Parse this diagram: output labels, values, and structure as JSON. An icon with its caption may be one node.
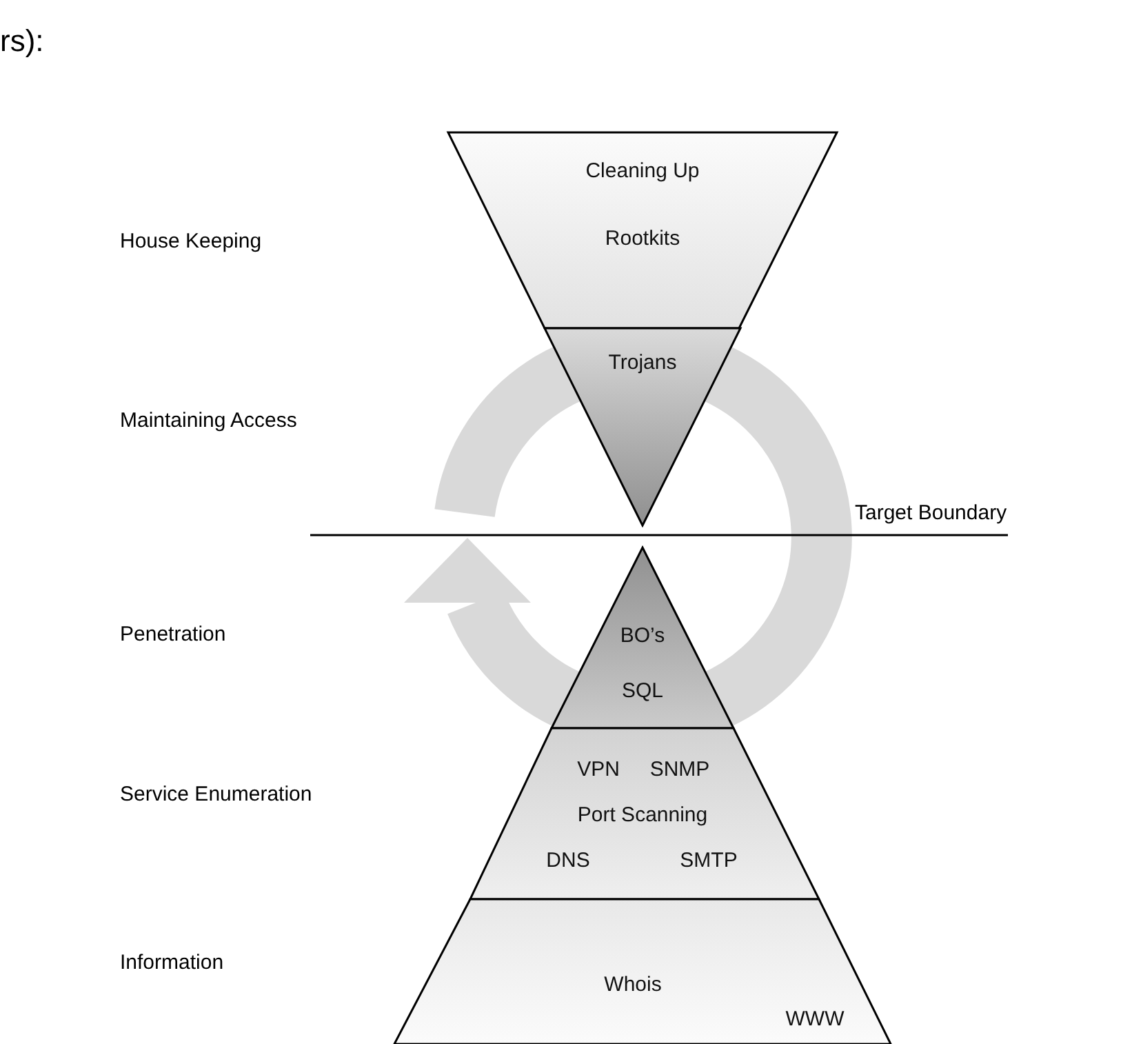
{
  "diagram": {
    "nodes": [
      {
        "text": [
          "Cleaning Up",
          "Rootkits"
        ]
      },
      {
        "text": [
          "Trojans"
        ]
      },
      {
        "text": [
          "BO’s",
          "SQL"
        ]
      },
      {
        "text": [
          "VPN",
          "SNMP",
          "Port Scanning",
          "DNS",
          "SMTP"
        ]
      },
      {
        "text": [
          "Whois",
          "WWW"
        ]
      }
    ],
    "edges": [],
    "labels": [
      "rs):",
      "House Keeping",
      "Maintaining Access",
      "Target Boundary",
      "Penetration",
      "Service Enumeration",
      "Information"
    ]
  }
}
